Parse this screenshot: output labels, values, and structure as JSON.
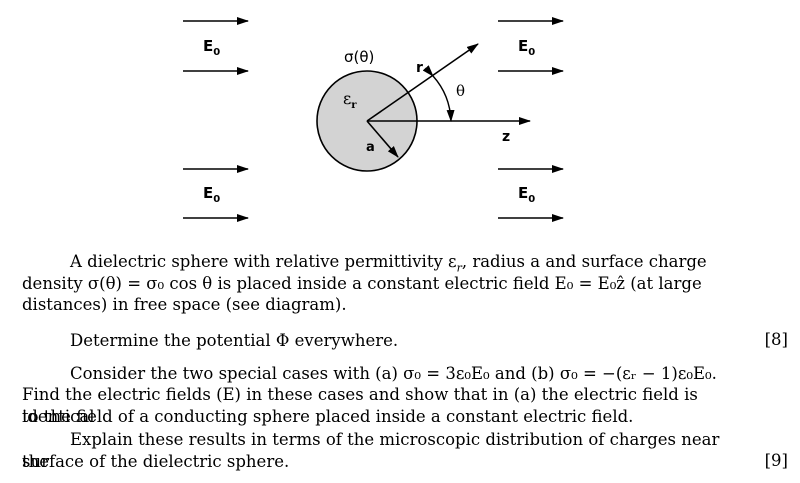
{
  "figure": {
    "field_label": "E",
    "field_subscript": "0",
    "charge_label": "σ(θ)",
    "permittivity_symbol": "ε",
    "permittivity_subscript": "r",
    "radius_label": "a",
    "r_label": "r",
    "theta_label": "θ",
    "z_label": "z",
    "sphere_fill": "#d3d3d3"
  },
  "question": {
    "para1_line1": "A dielectric sphere with relative permittivity ε",
    "para1_line1_sub": "r",
    "para1_line1_rest": ", radius a and surface charge",
    "para1_line2": "density σ(θ) = σ₀ cos θ is placed inside a constant electric field E₀ = E₀ẑ (at large",
    "para1_line3": "distances) in free space (see diagram).",
    "para2": "Determine the potential Φ everywhere.",
    "marks1": "[8]",
    "para3_line1": "Consider the two special cases with (a) σ₀ = 3ε₀E₀ and (b) σ₀ = −(εᵣ − 1)ε₀E₀.",
    "para3_line2": "Find the electric fields (E) in these cases and show that in (a) the electric field is identical",
    "para3_line3": "to the field of a conducting sphere placed inside a constant electric field.",
    "para4_line1": "Explain these results in terms of the microscopic distribution of charges near the",
    "para4_line2": "surface of the dielectric sphere.",
    "marks2": "[9]"
  }
}
